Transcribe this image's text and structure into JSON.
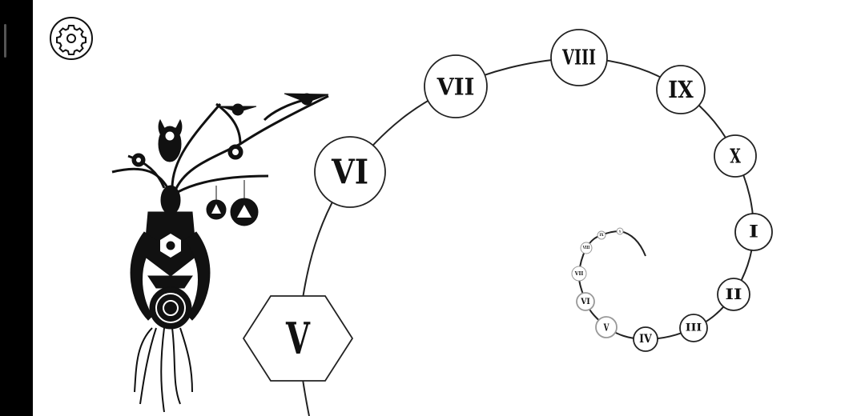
{
  "settings": {
    "icon": "gear-icon"
  },
  "levels": [
    {
      "label": "V",
      "shape": "hexagon",
      "current": true
    },
    {
      "label": "VI"
    },
    {
      "label": "VII"
    },
    {
      "label": "VIII"
    },
    {
      "label": "IX"
    },
    {
      "label": "X"
    },
    {
      "label": "I"
    },
    {
      "label": "II"
    },
    {
      "label": "III"
    },
    {
      "label": "IV"
    },
    {
      "label": "V"
    },
    {
      "label": "VI"
    },
    {
      "label": "VII"
    },
    {
      "label": "VIII"
    },
    {
      "label": "IX"
    },
    {
      "label": "X"
    }
  ],
  "colors": {
    "ink": "#111111",
    "background": "#ffffff",
    "sidebar": "#000000"
  }
}
